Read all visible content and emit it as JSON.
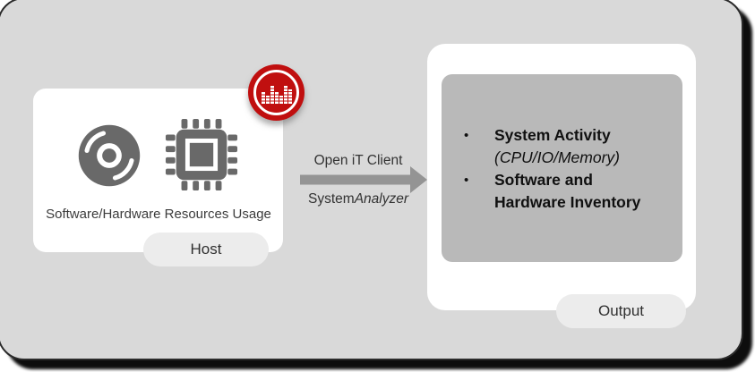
{
  "host_panel": {
    "caption": "Software/Hardware Resources Usage",
    "tag_label": "Host"
  },
  "connector": {
    "label_top": "Open iT Client",
    "label_bottom_regular": "System",
    "label_bottom_italic": "Analyzer"
  },
  "output_panel": {
    "tag_label": "Output",
    "bullet_marker": "•",
    "bullet1_title": "System Activity",
    "bullet1_sub": "(CPU/IO/Memory)",
    "bullet2_line1": "Software and",
    "bullet2_line2": "Hardware Inventory"
  },
  "icons": {
    "disk": "optical-disk",
    "cpu": "cpu-chip",
    "badge": "openit-equalizer-logo"
  },
  "colors": {
    "frame_fill": "#d9d9d9",
    "frame_border": "#2a2a2a",
    "frame_shadow": "#000000",
    "panel_fill": "#ffffff",
    "inner_panel_fill": "#b9b9b9",
    "tag_fill": "#ececec",
    "icon_gray": "#696969",
    "arrow_gray": "#949494",
    "badge_red": "#c00f0f",
    "text_dark": "#3c3c3c",
    "text_black": "#101010"
  }
}
